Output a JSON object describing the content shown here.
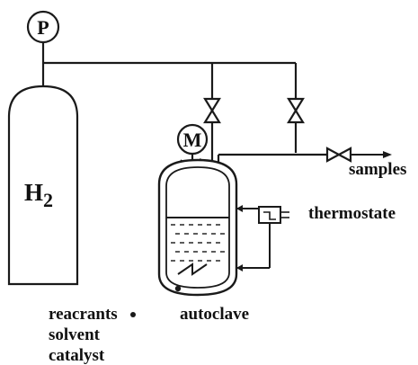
{
  "diagram": {
    "pressure_gauge": "P",
    "motor": "M",
    "cylinder_label": "H",
    "cylinder_subscript": "2",
    "samples_label": "samples",
    "thermostat_label": "thermostate",
    "vessel_label": "autoclave",
    "contents": [
      "reacrants",
      "solvent",
      "catalyst"
    ]
  },
  "colors": {
    "line": "#1a1a1a",
    "liquid_hatch": "#333333",
    "background": "#ffffff"
  }
}
